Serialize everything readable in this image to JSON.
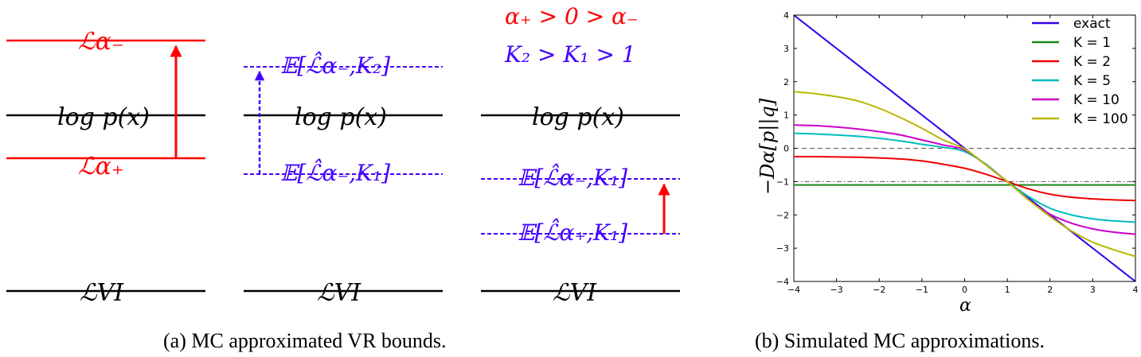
{
  "panel_a": {
    "caption": "(a)  MC approximated VR bounds.",
    "condition_1": "α₊ > 0 > α₋",
    "condition_2": "K₂ > K₁ > 1",
    "log_p": "log p(x)",
    "L_alpha_minus": "ℒα₋",
    "L_alpha_plus": "ℒα₊",
    "L_VI": "ℒVI",
    "E_minus_K2": "𝔼[ℒ̂α₋,K₂]",
    "E_minus_K1": "𝔼[ℒ̂α₋,K₁]",
    "E_plus_K1": "𝔼[ℒ̂α₊,K₁]",
    "colors": {
      "red": "#ff0000",
      "blue": "#4400ff",
      "black": "#000000"
    }
  },
  "panel_b": {
    "caption": "(b)  Simulated MC approximations.",
    "ylabel": "−Dα[p||q]",
    "xlabel": "α"
  },
  "chart_data": {
    "type": "line",
    "xlim": [
      -4,
      4
    ],
    "ylim": [
      -4,
      4
    ],
    "xticks": [
      -4,
      -3,
      -2,
      -1,
      0,
      1,
      2,
      3,
      4
    ],
    "yticks": [
      -4,
      -3,
      -2,
      -1,
      0,
      1,
      2,
      3,
      4
    ],
    "xtick_labels": [
      "−4",
      "−3",
      "−2",
      "−1",
      "0",
      "1",
      "2",
      "3",
      "4"
    ],
    "ytick_labels": [
      "−4",
      "−3",
      "−2",
      "−1",
      "0",
      "1",
      "2",
      "3",
      "4"
    ],
    "grid": false,
    "legend_position": "top-right",
    "reference_lines": [
      {
        "y": 0,
        "style": "dashed",
        "color": "#555555"
      },
      {
        "y": -1,
        "style": "dash-dot",
        "color": "#555555"
      }
    ],
    "x": [
      -4,
      -3.5,
      -3,
      -2.5,
      -2,
      -1.5,
      -1,
      -0.5,
      0,
      0.5,
      1,
      1.5,
      2,
      2.5,
      3,
      3.5,
      4
    ],
    "series": [
      {
        "name": "exact",
        "color": "#3300ee",
        "values": [
          4,
          3.5,
          3,
          2.5,
          2,
          1.5,
          1,
          0.5,
          0,
          -0.5,
          -1,
          -1.5,
          -2,
          -2.5,
          -3,
          -3.5,
          -4
        ]
      },
      {
        "name": "K = 1",
        "color": "#1a8a1a",
        "values": [
          -1.1,
          -1.1,
          -1.1,
          -1.1,
          -1.1,
          -1.1,
          -1.1,
          -1.1,
          -1.1,
          -1.1,
          -1.1,
          -1.1,
          -1.1,
          -1.1,
          -1.1,
          -1.1,
          -1.1
        ]
      },
      {
        "name": "K = 2",
        "color": "#ee0000",
        "values": [
          -0.25,
          -0.25,
          -0.26,
          -0.27,
          -0.29,
          -0.32,
          -0.38,
          -0.48,
          -0.6,
          -0.78,
          -1.0,
          -1.22,
          -1.38,
          -1.47,
          -1.52,
          -1.55,
          -1.57
        ]
      },
      {
        "name": "K = 5",
        "color": "#00bbbb",
        "values": [
          0.45,
          0.43,
          0.4,
          0.36,
          0.3,
          0.22,
          0.12,
          0.03,
          -0.1,
          -0.48,
          -1.0,
          -1.45,
          -1.8,
          -2.0,
          -2.12,
          -2.18,
          -2.22
        ]
      },
      {
        "name": "K = 10",
        "color": "#cc00cc",
        "values": [
          0.7,
          0.68,
          0.64,
          0.58,
          0.5,
          0.4,
          0.25,
          0.1,
          -0.05,
          -0.5,
          -1.0,
          -1.55,
          -1.98,
          -2.25,
          -2.42,
          -2.52,
          -2.58
        ]
      },
      {
        "name": "K = 100",
        "color": "#b8b800",
        "values": [
          1.7,
          1.64,
          1.55,
          1.42,
          1.2,
          0.92,
          0.6,
          0.25,
          -0.02,
          -0.5,
          -1.0,
          -1.55,
          -2.05,
          -2.48,
          -2.82,
          -3.05,
          -3.25
        ]
      }
    ]
  }
}
